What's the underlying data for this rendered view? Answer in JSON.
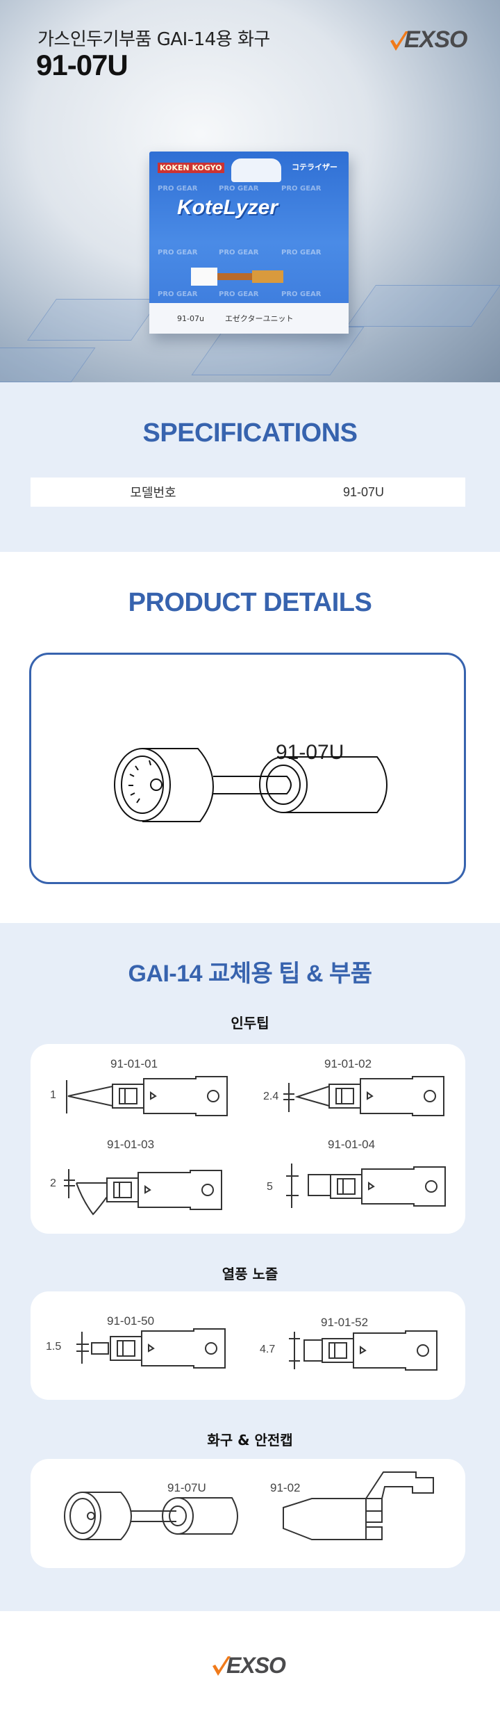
{
  "hero": {
    "subtitle": "가스인두기부품 GAI-14용 화구",
    "title": "91-07U",
    "logo_text": "EXSO",
    "package": {
      "brand": "KOKEN KOGYO",
      "japanese_title": "コテライザー",
      "product_name": "KoteLyzer",
      "pattern_text": "PRO GEAR",
      "label_code": "91-07u",
      "label_name": "エゼクターユニット"
    }
  },
  "specifications": {
    "title": "SPECIFICATIONS",
    "rows": [
      {
        "label": "모델번호",
        "value": "91-07U"
      }
    ]
  },
  "product_details": {
    "title": "PRODUCT DETAILS",
    "drawing_label": "91-07U"
  },
  "parts": {
    "title": "GAI-14 교체용 팁 & 부품",
    "groups": [
      {
        "title": "인두팁",
        "items": [
          {
            "code": "91-01-01",
            "size": "1"
          },
          {
            "code": "91-01-02",
            "size": "2.4"
          },
          {
            "code": "91-01-03",
            "size": "2"
          },
          {
            "code": "91-01-04",
            "size": "5"
          }
        ]
      },
      {
        "title": "열풍 노즐",
        "items": [
          {
            "code": "91-01-50",
            "size": "1.5"
          },
          {
            "code": "91-01-52",
            "size": "4.7"
          }
        ]
      },
      {
        "title": "화구 & 안전캡",
        "items": [
          {
            "code": "91-07U"
          },
          {
            "code": "91-02"
          }
        ]
      }
    ]
  },
  "footer": {
    "logo_text": "EXSO"
  },
  "colors": {
    "accent": "#3763ae",
    "section_bg": "#e7eef8",
    "logo_check": "#f07a1a",
    "logo_text": "#4a4a4c"
  }
}
